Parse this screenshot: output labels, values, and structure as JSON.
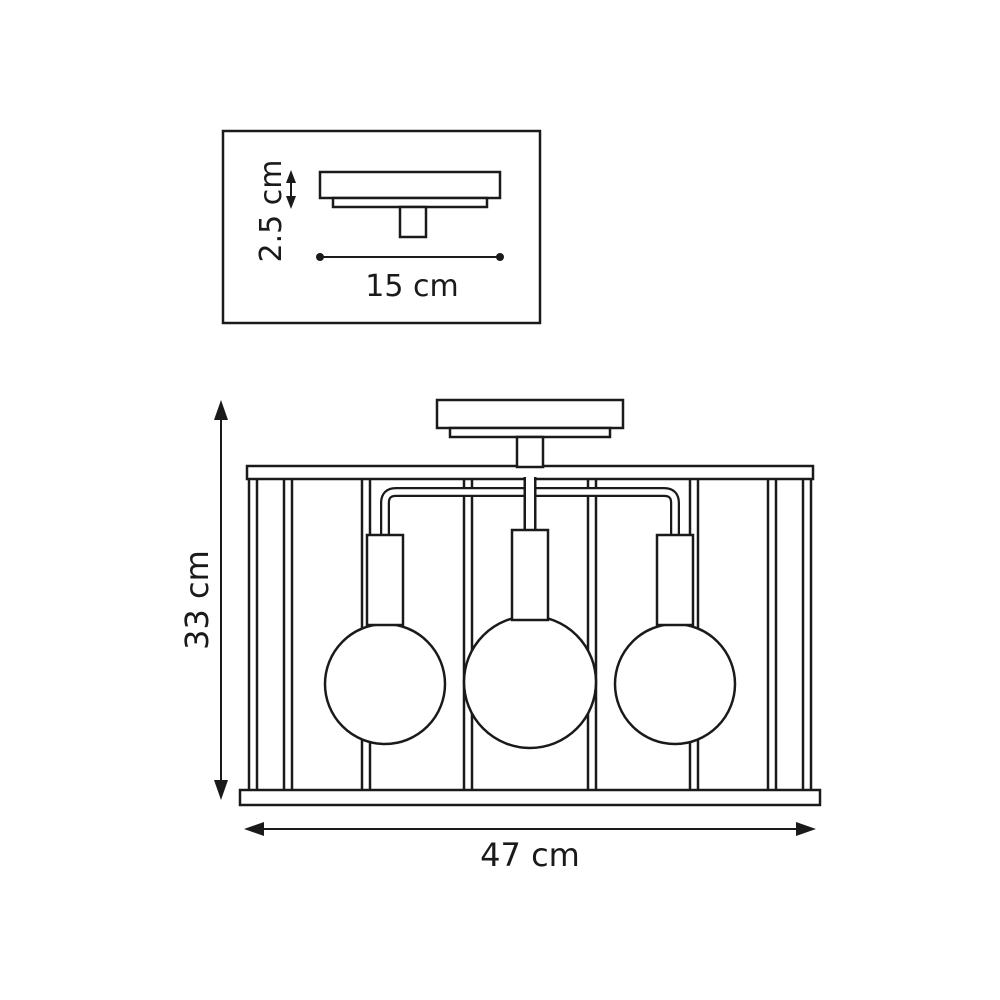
{
  "colors": {
    "line": "#1a1a1a",
    "background": "#ffffff"
  },
  "canopy_detail": {
    "height_label": "2.5 cm",
    "width_label": "15 cm"
  },
  "fixture": {
    "height_label": "33 cm",
    "width_label": "47 cm",
    "bulb_count": 3
  }
}
